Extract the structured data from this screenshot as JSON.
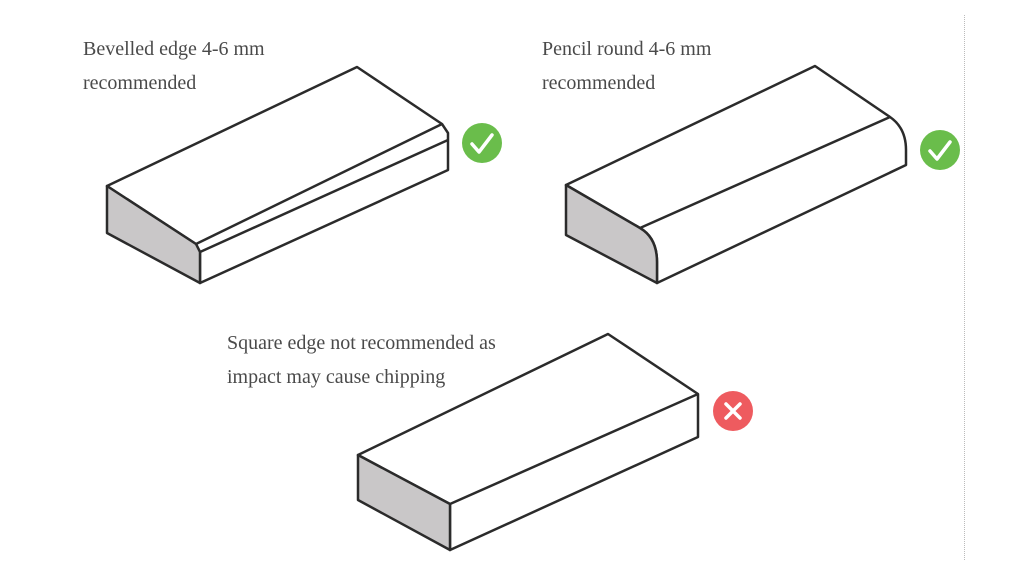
{
  "labels": {
    "bevelled": {
      "line1": "Bevelled edge 4-6 mm",
      "line2": "recommended"
    },
    "pencil": {
      "line1": "Pencil round 4-6 mm",
      "line2": "recommended"
    },
    "square": {
      "line1": "Square edge not recommended as",
      "line2": "impact may cause chipping"
    }
  },
  "status": {
    "bevelled": "recommended",
    "pencil": "recommended",
    "square": "not-recommended"
  },
  "colors": {
    "ok": "#6abd4b",
    "bad": "#ee5b5f",
    "edge_fill": "#c9c7c8",
    "stroke": "#2b2b2b"
  }
}
